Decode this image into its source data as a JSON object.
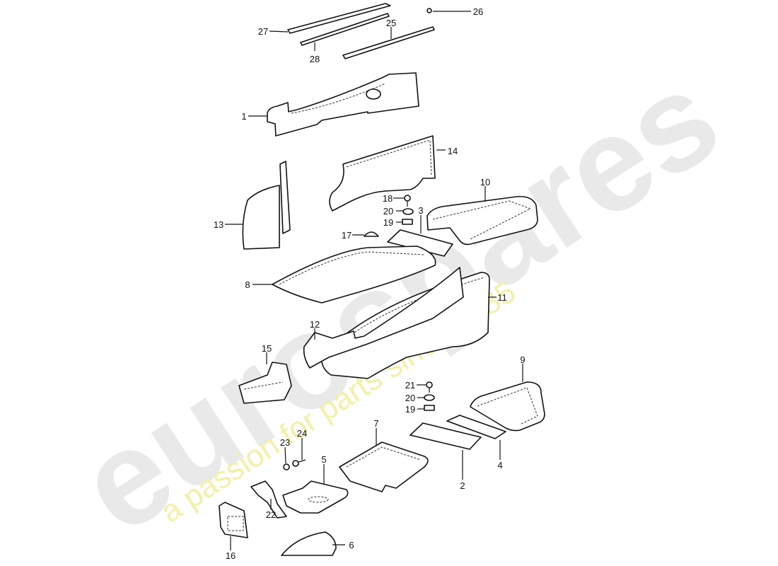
{
  "watermark": {
    "brand": "eurospares",
    "tagline": "a passion for parts since 1985",
    "tagline_color": "#f3f0a8"
  },
  "callouts": {
    "p27": "27",
    "p28": "28",
    "p25": "25",
    "p26": "26",
    "p1": "1",
    "p14": "14",
    "p13": "13",
    "p18": "18",
    "p20a": "20",
    "p19a": "19",
    "p3": "3",
    "p10": "10",
    "p17": "17",
    "p8": "8",
    "p11": "11",
    "p12": "12",
    "p15": "15",
    "p9": "9",
    "p21": "21",
    "p20b": "20",
    "p19b": "19",
    "p4": "4",
    "p2": "2",
    "p7": "7",
    "p5": "5",
    "p23": "23",
    "p24": "24",
    "p22": "22",
    "p16": "16",
    "p6": "6"
  }
}
